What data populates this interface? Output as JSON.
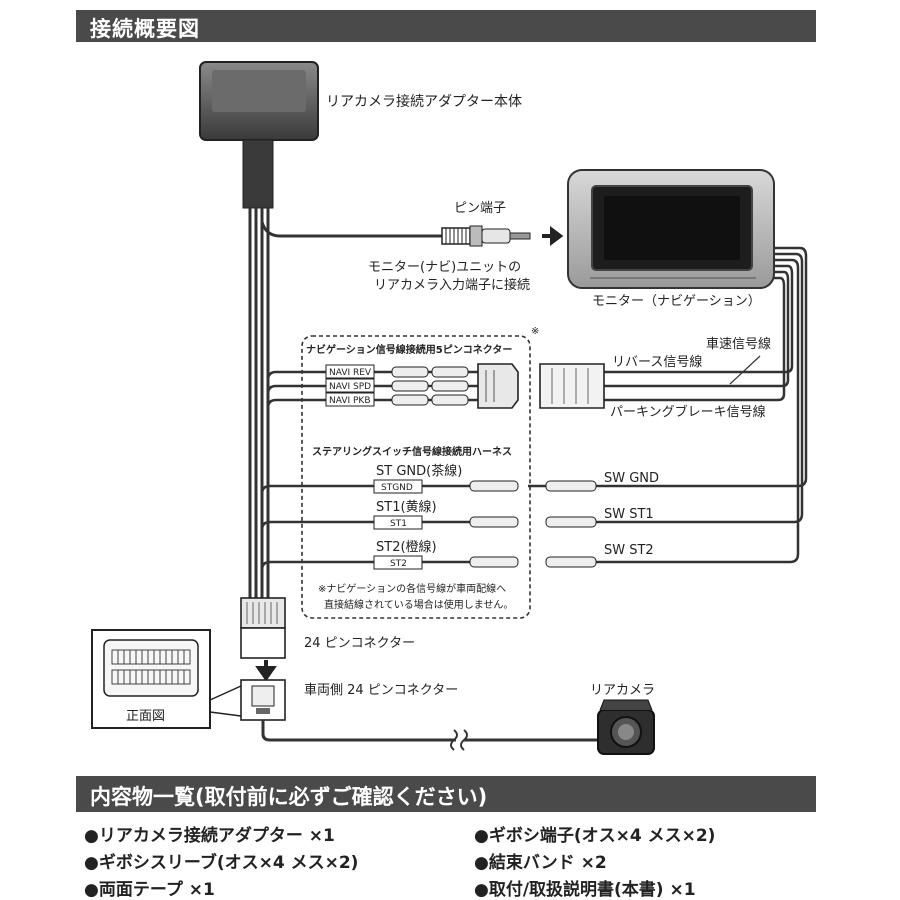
{
  "section1": {
    "title": "接続概要図"
  },
  "section2": {
    "title": "内容物一覧(取付前に必ずご確認ください)"
  },
  "labels": {
    "adapter": "リアカメラ接続アダプター本体",
    "pin_terminal": "ピン端子",
    "monitor_note_1": "モニター(ナビ)ユニットの",
    "monitor_note_2": "リアカメラ入力端子に接続",
    "monitor": "モニター（ナビゲーション）",
    "navi_5pin": "ナビゲーション信号線接続用5ピンコネクター",
    "asterisk": "※",
    "navi_rev": "NAVI REV",
    "navi_spd": "NAVI SPD",
    "navi_pkb": "NAVI PKB",
    "speed_signal": "車速信号線",
    "reverse_signal": "リバース信号線",
    "parking_signal": "パーキングブレーキ信号線",
    "steering_harness": "ステアリングスイッチ信号線接続用ハーネス",
    "st_gnd": "ST GND(茶線)",
    "stgnd_tag": "STGND",
    "st1": "ST1(黄線)",
    "st1_tag": "ST1",
    "st2": "ST2(橙線)",
    "st2_tag": "ST2",
    "sw_gnd": "SW GND",
    "sw_st1": "SW ST1",
    "sw_st2": "SW ST2",
    "note_1": "※ナビゲーションの各信号線が車両配線へ",
    "note_2": "直接結線されている場合は使用しません。",
    "connector_24": "24 ピンコネクター",
    "vehicle_connector_24": "車両側 24 ピンコネクター",
    "front_view": "正面図",
    "rear_camera": "リアカメラ"
  },
  "contents_left": [
    "●リアカメラ接続アダプター ×1",
    "●ギボシスリーブ(オス×4 メス×2)",
    "●両面テープ ×1"
  ],
  "contents_right": [
    "●ギボシ端子(オス×4 メス×2)",
    "●結束バンド ×2",
    "●取付/取扱説明書(本書) ×1"
  ]
}
